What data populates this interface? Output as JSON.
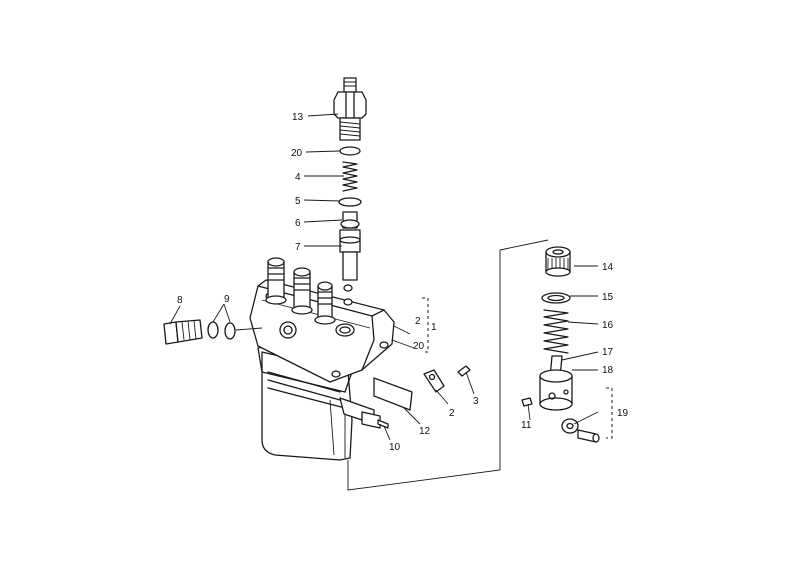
{
  "diagram": {
    "callouts": {
      "c1": "1",
      "c2a": "2",
      "c2b": "2",
      "c3": "3",
      "c4": "4",
      "c5": "5",
      "c6": "6",
      "c7": "7",
      "c8": "8",
      "c9": "9",
      "c10": "10",
      "c11": "11",
      "c12": "12",
      "c13": "13",
      "c14": "14",
      "c15": "15",
      "c16": "16",
      "c17": "17",
      "c18": "18",
      "c19": "19",
      "c20a": "20",
      "c20b": "20"
    }
  },
  "colors": {
    "ink": "#1a1a1a",
    "background": "#ffffff"
  }
}
